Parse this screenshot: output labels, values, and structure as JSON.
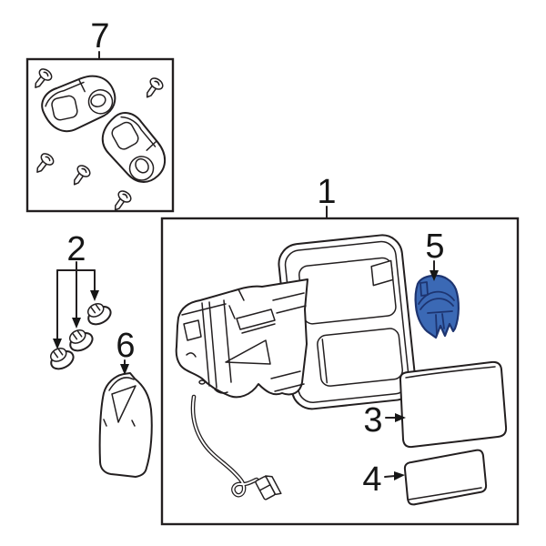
{
  "diagram": {
    "background": "#ffffff",
    "line_color": "#231f20",
    "highlight_fill": "#3b69b5",
    "highlight_stroke": "#1d3470",
    "callouts": {
      "c1": "1",
      "c2": "2",
      "c3": "3",
      "c4": "4",
      "c5": "5",
      "c6": "6",
      "c7": "7"
    }
  }
}
